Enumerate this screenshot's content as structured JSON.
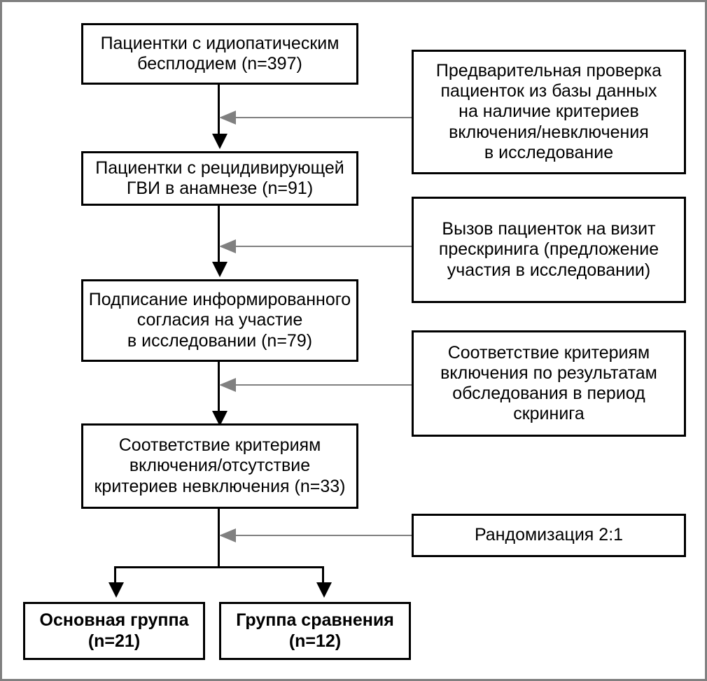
{
  "figure": {
    "kind": "study-flow-diagram",
    "language": "ru",
    "frame_color": "#808080",
    "box_border_color": "#000000",
    "connector_color": "#000000",
    "note_connector_color": "#808080",
    "background": "#ffffff"
  },
  "flow": {
    "main_boxes": [
      {
        "id": "box-idiopathic-infertility",
        "text": "Пациентки с идиопатическим\nбесплодием (n=397)",
        "n": 397
      },
      {
        "id": "box-recurrent-gvi",
        "text": "Пациентки с рецидивирующей\nГВИ в анамнезе (n=91)",
        "n": 91
      },
      {
        "id": "box-informed-consent",
        "text": "Подписание информированного\nсогласия на участие\nв исследовании (n=79)",
        "n": 79
      },
      {
        "id": "box-inclusion-criteria",
        "text": "Соответствие критериям\nвключения/отсутствие\nкритериев невключения (n=33)",
        "n": 33
      }
    ],
    "note_boxes": [
      {
        "id": "note-database-prescreen",
        "text": "Предварительная проверка\nпациенток из базы данных\nна наличие критериев\nвключения/невключения\nв исследование"
      },
      {
        "id": "note-prescreening-visit",
        "text": "Вызов пациенток на визит\nпрескринига (предложение\nучастия в исследовании)"
      },
      {
        "id": "note-screening-results",
        "text": "Соответствие критериям\nвключения по результатам\nобследования в период\nскринига"
      },
      {
        "id": "note-randomization",
        "text": "Рандомизация 2:1",
        "ratio": "2:1"
      }
    ],
    "group_boxes": [
      {
        "id": "group-main",
        "text": "Основная группа\n(n=21)",
        "n": 21
      },
      {
        "id": "group-comparison",
        "text": "Группа сравнения\n(n=12)",
        "n": 12
      }
    ]
  }
}
